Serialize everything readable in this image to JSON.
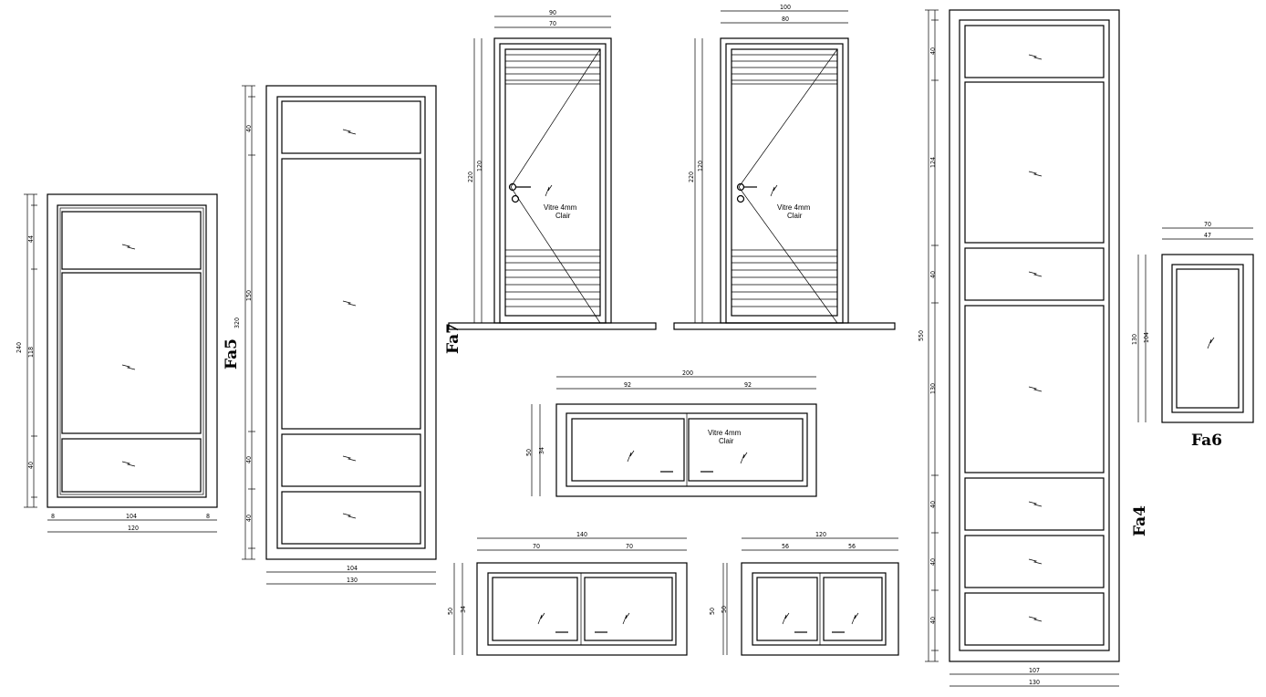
{
  "drawing": {
    "labels": {
      "fa5": "Fa5",
      "fa7": "Fa7",
      "fa6": "Fa6",
      "fa4": "Fa4"
    },
    "notes": {
      "glass_line1": "Vitre 4mm",
      "glass_line2": "Clair"
    },
    "dims": {
      "left_w_total": "120",
      "left_w_inner": "104",
      "left_h_total": "240",
      "left_h_mid": "118",
      "left_h_top": "44",
      "left_h_bot": "40",
      "fa5_w_total": "130",
      "fa5_w_inner": "104",
      "fa5_h_total": "320",
      "fa5_h_mid": "150",
      "fa5_h_40": "40",
      "door_w": "90",
      "door_w_inner": "70",
      "door2_w": "100",
      "door2_w_inner": "80",
      "door_h": "220",
      "door_h_mid": "120",
      "fa4_w_total": "130",
      "fa4_w_inner": "107",
      "fa4_h_total": "550",
      "fa4_h_124": "124",
      "fa4_h_130": "130",
      "fa4_h_40": "40",
      "fa6_w": "70",
      "fa6_w_inner": "47",
      "fa6_h": "130",
      "fa6_h_inner": "104",
      "win_mid_w": "200",
      "win_mid_sub": "92",
      "win_h": "50",
      "win_h_inner": "34",
      "win_b1_w": "140",
      "win_b1_sub": "70",
      "win_b2_w": "120",
      "win_b2_sub": "56",
      "small": "8"
    }
  }
}
